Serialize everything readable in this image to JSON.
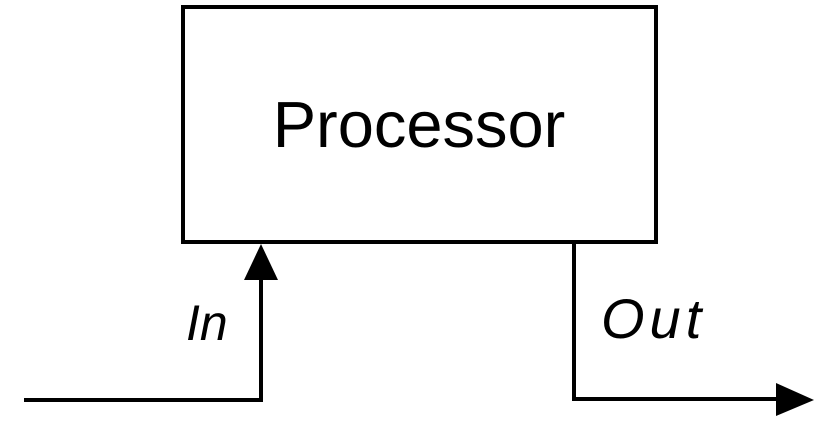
{
  "diagram": {
    "title": "processor-block-diagram",
    "processor_label": "Processor",
    "input_label": "In",
    "output_label": "Out",
    "colors": {
      "stroke": "#000000",
      "fill": "#000000",
      "background": "#ffffff"
    }
  }
}
